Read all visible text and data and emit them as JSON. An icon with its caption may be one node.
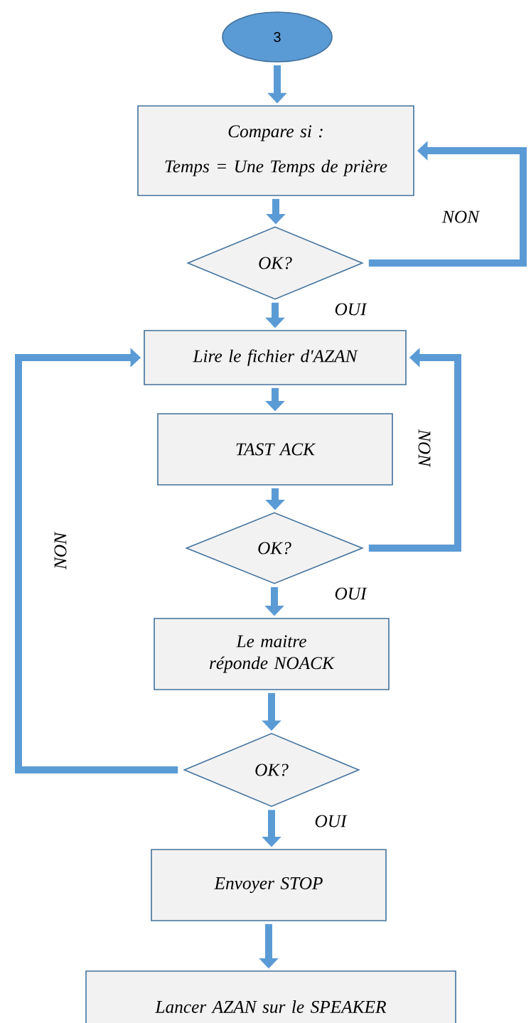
{
  "diagram": {
    "nodes": [
      {
        "text": [
          "3"
        ]
      },
      {
        "text": [
          "Compare si :",
          "Temps = Une Temps de prière"
        ]
      },
      {
        "text": [
          "OK?"
        ]
      },
      {
        "text": [
          "Lire le fichier d'AZAN"
        ]
      },
      {
        "text": [
          "TAST ACK"
        ]
      },
      {
        "text": [
          "OK?"
        ]
      },
      {
        "text": [
          "Le maitre réponde NOACK"
        ]
      },
      {
        "text": [
          "OK?"
        ]
      },
      {
        "text": [
          "Envoyer STOP"
        ]
      },
      {
        "text": [
          "Lancer AZAN sur le SPEAKER"
        ]
      }
    ],
    "edges": [
      {
        "from": 0,
        "to": 1,
        "arrow": "to"
      },
      {
        "from": 1,
        "to": 2,
        "arrow": "to"
      },
      {
        "from": 2,
        "to": 1,
        "arrow": "to",
        "label": "NON"
      },
      {
        "from": 2,
        "to": 3,
        "arrow": "to",
        "label": "OUI"
      },
      {
        "from": 3,
        "to": 4,
        "arrow": "to"
      },
      {
        "from": 4,
        "to": 5,
        "arrow": "to"
      },
      {
        "from": 5,
        "to": 3,
        "arrow": "to",
        "label": "NON"
      },
      {
        "from": 5,
        "to": 6,
        "arrow": "to",
        "label": "OUI"
      },
      {
        "from": 6,
        "to": 7,
        "arrow": "to"
      },
      {
        "from": 7,
        "to": 3,
        "arrow": "to",
        "label": "NON"
      },
      {
        "from": 7,
        "to": 8,
        "arrow": "to",
        "label": "OUI"
      },
      {
        "from": 8,
        "to": 9,
        "arrow": "to"
      }
    ]
  }
}
